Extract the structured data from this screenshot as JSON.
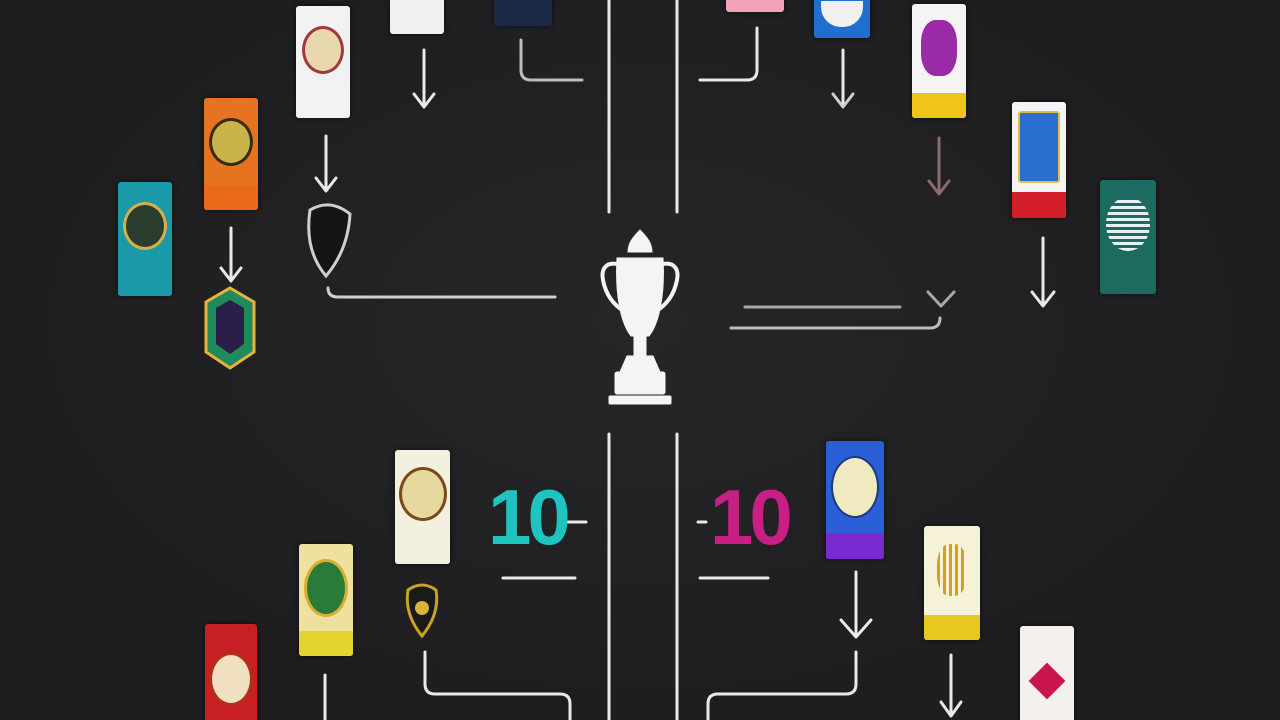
{
  "bracket": {
    "left_score": "10",
    "right_score": "10",
    "colors": {
      "background": "#1f1f21",
      "line": "#e9e9ea",
      "left_score": "#1fc3c0",
      "right_score": "#c81f84"
    },
    "center": {
      "icon": "trophy-icon"
    },
    "badges": [
      {
        "name": "team-badge-teal",
        "icon": "crest-icon",
        "color": "#1a9aa8"
      },
      {
        "name": "team-badge-orange",
        "icon": "crest-icon",
        "color": "#e6731f"
      },
      {
        "name": "team-badge-white-top",
        "icon": "crest-icon",
        "color": "#f2f2f2"
      },
      {
        "name": "team-badge-purple-yellow",
        "icon": "crest-icon",
        "color": "#f0c419"
      },
      {
        "name": "team-badge-red-blue",
        "icon": "crest-icon",
        "color": "#d21f2b"
      },
      {
        "name": "team-badge-green",
        "icon": "crest-icon",
        "color": "#1c6b60"
      },
      {
        "name": "team-badge-gold",
        "icon": "crest-icon",
        "color": "#e5d330"
      },
      {
        "name": "team-badge-red-bottom",
        "icon": "crest-icon",
        "color": "#c81f25"
      },
      {
        "name": "team-badge-cream",
        "icon": "crest-icon",
        "color": "#f3f0e0"
      },
      {
        "name": "team-badge-blue-purple",
        "icon": "crest-icon",
        "color": "#2b5fd8"
      },
      {
        "name": "team-badge-yellow",
        "icon": "crest-icon",
        "color": "#e6c820"
      },
      {
        "name": "team-badge-pink",
        "icon": "crest-icon",
        "color": "#c8164c"
      }
    ]
  }
}
